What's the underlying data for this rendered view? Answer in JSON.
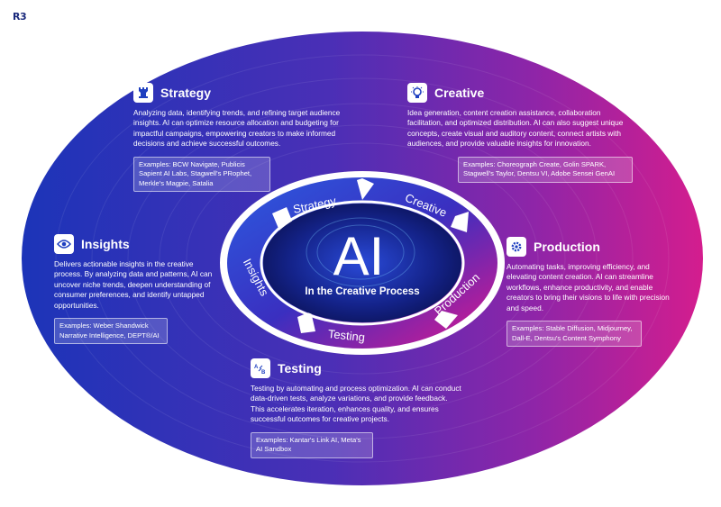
{
  "logo": {
    "text": "R3"
  },
  "center": {
    "title": "AI",
    "subtitle": "In the Creative Process"
  },
  "ring": {
    "strategy": "Strategy",
    "creative": "Creative",
    "production": "Production",
    "testing": "Testing",
    "insights": "Insights"
  },
  "sections": {
    "strategy": {
      "title": "Strategy",
      "icon": "chess-rook-icon",
      "description": "Analyzing data, identifying trends, and refining target audience insights. AI can optimize resource allocation and budgeting for impactful campaigns, empowering creators to make informed decisions and achieve successful outcomes.",
      "examples": "Examples: BCW Navigate, Publicis Sapient AI Labs, Stagwell's PRophet, Merkle's Magpie, Satalia"
    },
    "creative": {
      "title": "Creative",
      "icon": "lightbulb-icon",
      "description": "Idea generation, content creation assistance, collaboration facilitation, and optimized distribution. AI can also suggest unique concepts, create visual and auditory content, connect artists with audiences, and provide valuable insights for innovation.",
      "examples": "Examples: Choreograph Create, Golin SPARK, Stagwell's Taylor, Dentsu VI, Adobe Sensei GenAI"
    },
    "insights": {
      "title": "Insights",
      "icon": "eye-icon",
      "description": "Delivers actionable insights in the creative process. By analyzing data and patterns, AI can uncover niche trends, deepen understanding of consumer preferences, and identify untapped opportunities.",
      "examples": "Examples: Weber Shandwick Narrative Intelligence, DEPT®/AI"
    },
    "production": {
      "title": "Production",
      "icon": "gear-icon",
      "description": "Automating tasks, improving efficiency, and elevating content creation. AI can streamline workflows, enhance productivity, and enable creators to bring their visions to life with precision and speed.",
      "examples": "Examples: Stable Diffusion, Midjourney, Dall-E, Dentsu's Content Symphony"
    },
    "testing": {
      "title": "Testing",
      "icon": "ab-test-icon",
      "description": "Testing by automating and process optimization. AI can conduct data-driven tests, analyze variations, and provide feedback. This accelerates iteration, enhances quality, and ensures successful outcomes for creative projects.",
      "examples": "Examples: Kantar's Link AI, Meta's AI Sandbox"
    }
  },
  "colors": {
    "blue": "#1e3fc0",
    "magenta": "#d6178f",
    "purple": "#6a2fb8",
    "navy": "#0c1660",
    "cyan": "#2fa6ff"
  }
}
